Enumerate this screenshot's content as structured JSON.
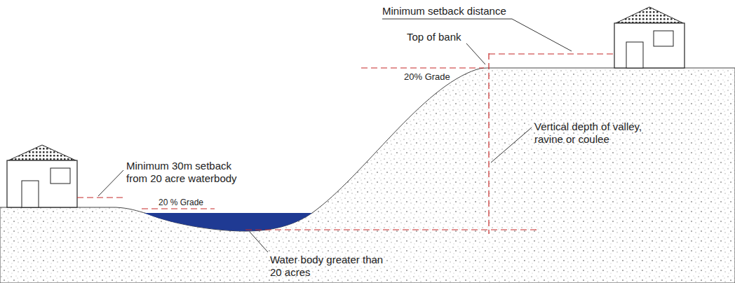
{
  "diagram": {
    "labels": [
      "Minimum setback distance",
      "Top of bank",
      "20% Grade",
      "Vertical depth of valley, ravine or coulee",
      "Minimum 30m setback from 20 acre waterbody",
      "20 % Grade",
      "Water body greater than 20 acres"
    ]
  }
}
